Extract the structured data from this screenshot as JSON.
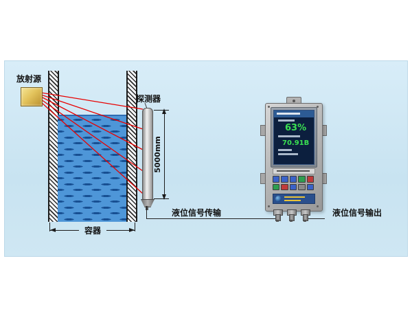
{
  "labels": {
    "source": "放射源",
    "detector": "探测器",
    "vessel": "容器",
    "detector_length": "5000mm",
    "signal_transmission": "液位信号传输",
    "signal_output": "液位信号输出"
  },
  "instrument": {
    "screen": {
      "value_percent": "63%",
      "value_reading": "70.91B"
    }
  },
  "colors": {
    "panel_background": "#cde7f3",
    "water": "#4e96d8",
    "ray_red": "#e80000",
    "source_gold": "#e3c35c",
    "instrument_gray": "#b8b8b8",
    "screen_background": "#0c1f3e",
    "screen_value_green": "#3ae052"
  }
}
